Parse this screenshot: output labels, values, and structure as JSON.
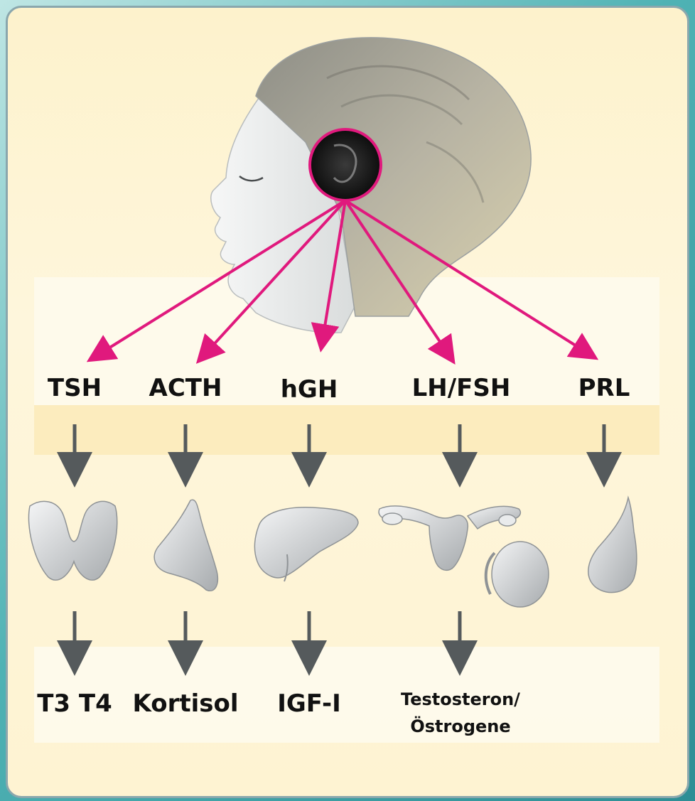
{
  "colors": {
    "arrow_primary": "#e0197d",
    "arrow_secondary": "#555a5c",
    "background_outer": "#4fb2b4",
    "panel": "#fdf2cc"
  },
  "hormones": [
    "TSH",
    "ACTH",
    "hGH",
    "LH/FSH",
    "PRL"
  ],
  "organs": [
    "thyroid-icon",
    "adrenal-gland-icon",
    "liver-icon",
    "reproductive-organs-icon",
    "breast-icon"
  ],
  "products": {
    "tsh": "T3 T4",
    "acth": "Kortisol",
    "hgh": "IGF-I",
    "lhfsh_line1": "Testosteron/",
    "lhfsh_line2": "Östrogene"
  }
}
